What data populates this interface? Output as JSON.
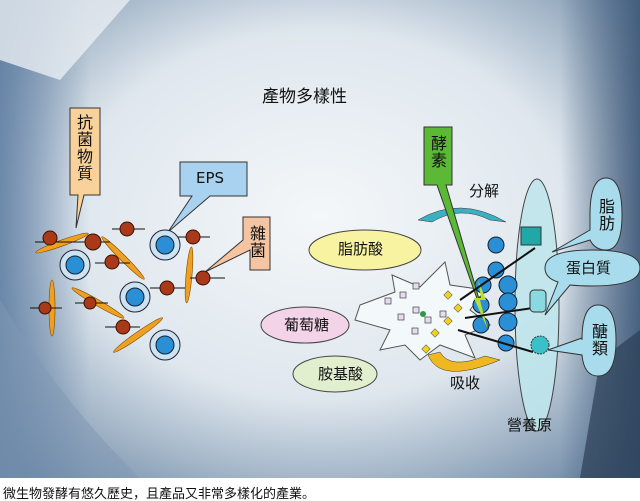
{
  "title": "產物多樣性",
  "left": {
    "antimicrobial": "抗菌物質",
    "eps": "EPS",
    "contaminant": "雜菌"
  },
  "right": {
    "enzyme": "酵素",
    "decompose": "分解",
    "absorb": "吸收",
    "fatty_acid": "脂肪酸",
    "glucose": "葡萄糖",
    "amino_acid": "胺基酸",
    "fat": "脂肪",
    "protein": "蛋白質",
    "sugar": "醣類",
    "nutrient_source": "營養原"
  },
  "caption": "微生物發酵有悠久歷史，且產品又非常多樣化的產業。",
  "colors": {
    "antimicrobial_box": "#f8d29a",
    "eps_box": "#a9d2f0",
    "contaminant_box": "#f5c4a2",
    "enzyme_box": "#5cb935",
    "cell_blue": "#2b8fd6"
  }
}
